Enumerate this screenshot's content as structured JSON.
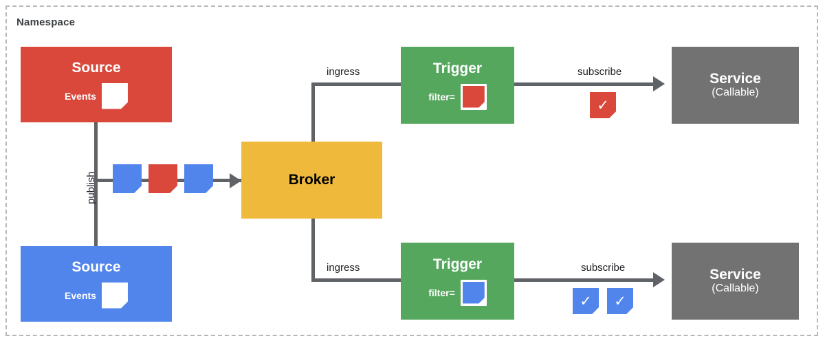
{
  "diagram": {
    "namespace_label": "Namespace",
    "colors": {
      "red": "#D9483B",
      "blue": "#5185EC",
      "green": "#55A75D",
      "yellow": "#EFBA3C",
      "gray": "#727272",
      "line": "#5f6368",
      "frame": "#b7b7b7",
      "text_dark": "#202124",
      "white": "#ffffff"
    },
    "nodes": {
      "source_red": {
        "title": "Source",
        "events_label": "Events",
        "event_color": "white"
      },
      "source_blue": {
        "title": "Source",
        "events_label": "Events",
        "event_color": "white"
      },
      "broker": {
        "title": "Broker"
      },
      "trigger_top": {
        "title": "Trigger",
        "filter_label": "filter=",
        "filter_color": "red"
      },
      "trigger_bottom": {
        "title": "Trigger",
        "filter_label": "filter=",
        "filter_color": "blue"
      },
      "service_top": {
        "title": "Service",
        "subtitle": "(Callable)"
      },
      "service_bottom": {
        "title": "Service",
        "subtitle": "(Callable)"
      }
    },
    "edges": {
      "publish": "publish",
      "ingress_top": "ingress",
      "ingress_bottom": "ingress",
      "subscribe_top": "subscribe",
      "subscribe_bottom": "subscribe"
    },
    "event_stream": [
      {
        "color": "blue"
      },
      {
        "color": "red"
      },
      {
        "color": "blue"
      }
    ],
    "delivered_top": [
      {
        "color": "red",
        "glyph": "✓"
      }
    ],
    "delivered_bottom": [
      {
        "color": "blue",
        "glyph": "✓"
      },
      {
        "color": "blue",
        "glyph": "✓"
      }
    ]
  }
}
